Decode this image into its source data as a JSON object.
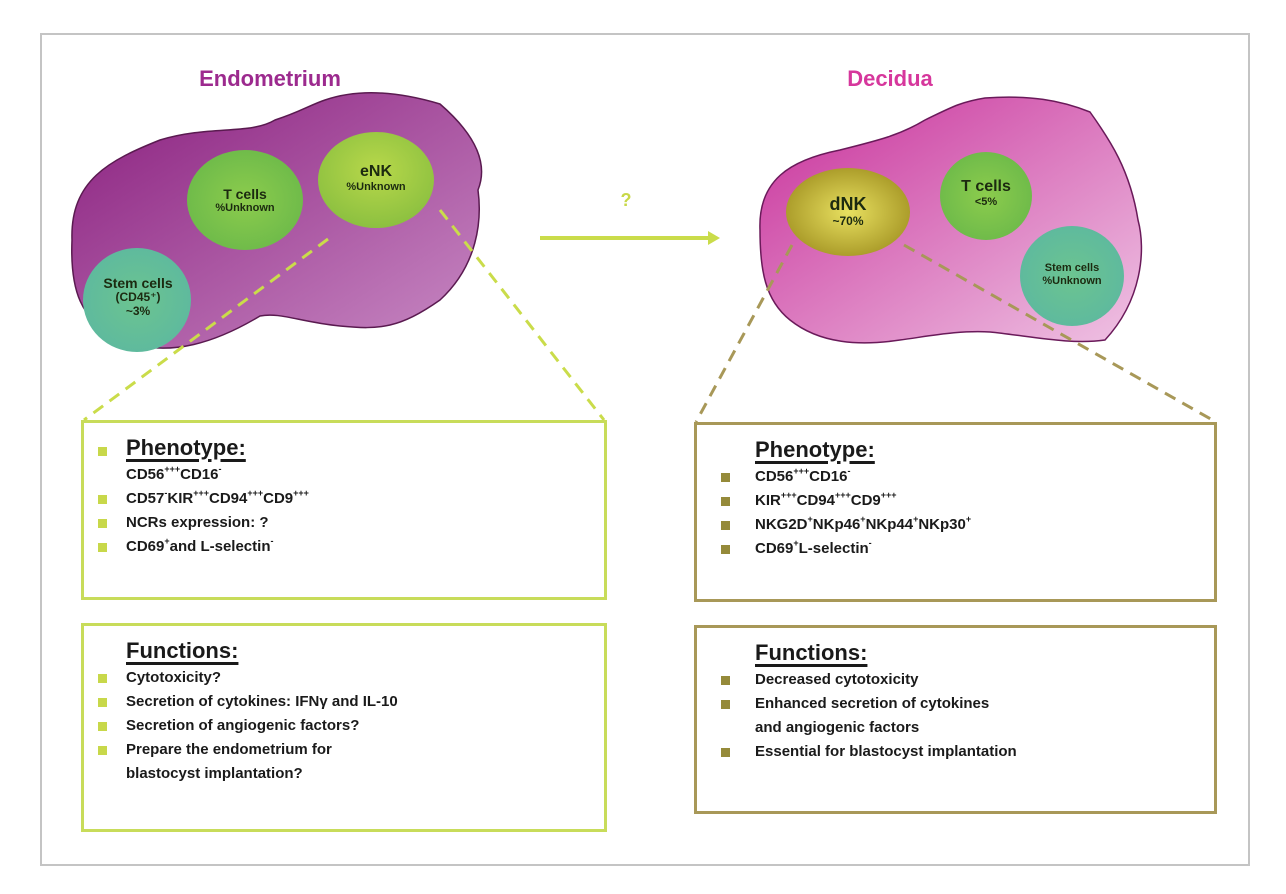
{
  "left_panel": {
    "title": "Endometrium",
    "cells": {
      "stem": {
        "name": "Stem cells",
        "marker": "(CD45⁺)",
        "value": "~3%"
      },
      "tcells": {
        "name": "T cells",
        "value": "%Unknown"
      },
      "nk": {
        "name": "eNK",
        "value": "%Unknown"
      }
    },
    "phenotype": {
      "heading": "Phenotype:",
      "items": [
        {
          "parts": [
            [
              "CD56",
              ""
            ],
            [
              "+++",
              "sup"
            ],
            [
              "CD16",
              ""
            ],
            [
              "-",
              "sup"
            ]
          ]
        },
        {
          "parts": [
            [
              "CD57",
              ""
            ],
            [
              "-",
              "sup"
            ],
            [
              "KIR",
              ""
            ],
            [
              "+++",
              "sup"
            ],
            [
              "CD94",
              ""
            ],
            [
              "+++",
              "sup"
            ],
            [
              "CD9",
              ""
            ],
            [
              "+++",
              "sup"
            ]
          ]
        },
        {
          "parts": [
            [
              "NCRs expression: ?",
              ""
            ]
          ]
        },
        {
          "parts": [
            [
              "CD69",
              ""
            ],
            [
              "+",
              "sup"
            ],
            [
              "and L-selectin",
              ""
            ],
            [
              "-",
              "sup"
            ]
          ]
        }
      ]
    },
    "functions": {
      "heading": "Functions:",
      "items": [
        "Cytotoxicity?",
        "Secretion of cytokines: IFNγ and IL-10",
        "Secretion of angiogenic factors?",
        "Prepare the endometrium for",
        "blastocyst implantation?"
      ]
    },
    "colors": {
      "tissue": "#a0489a",
      "accent": "#c8dc5a"
    }
  },
  "transition": {
    "label": "?",
    "color": "#cadc4a"
  },
  "right_panel": {
    "title": "Decidua",
    "cells": {
      "nk": {
        "name": "dNK",
        "value": "~70%"
      },
      "tcells": {
        "name": "T cells",
        "value": "<5%"
      },
      "stem": {
        "name": "Stem cells",
        "value": "%Unknown"
      }
    },
    "phenotype": {
      "heading": "Phenotype:",
      "items": [
        {
          "parts": [
            [
              "CD56",
              ""
            ],
            [
              "+++",
              "sup"
            ],
            [
              "CD16",
              ""
            ],
            [
              "-",
              "sup"
            ]
          ]
        },
        {
          "parts": [
            [
              "KIR",
              ""
            ],
            [
              "+++",
              "sup"
            ],
            [
              "CD94",
              ""
            ],
            [
              "+++",
              "sup"
            ],
            [
              "CD9",
              ""
            ],
            [
              "+++",
              "sup"
            ]
          ]
        },
        {
          "parts": [
            [
              "NKG2D",
              ""
            ],
            [
              "+",
              "sup"
            ],
            [
              "NKp46",
              ""
            ],
            [
              "+",
              "sup"
            ],
            [
              "NKp44",
              ""
            ],
            [
              "+",
              "sup"
            ],
            [
              "NKp30",
              ""
            ],
            [
              "+",
              "sup"
            ]
          ]
        },
        {
          "parts": [
            [
              "CD69",
              ""
            ],
            [
              "+",
              "sup"
            ],
            [
              "L-selectin",
              ""
            ],
            [
              "-",
              "sup"
            ]
          ]
        }
      ]
    },
    "functions": {
      "heading": "Functions:",
      "items": [
        "Decreased cytotoxicity",
        "Enhanced secretion of cytokines",
        "and angiogenic factors",
        "Essential for blastocyst implantation"
      ]
    },
    "colors": {
      "tissue": "#d070b8",
      "accent": "#a89858"
    }
  }
}
